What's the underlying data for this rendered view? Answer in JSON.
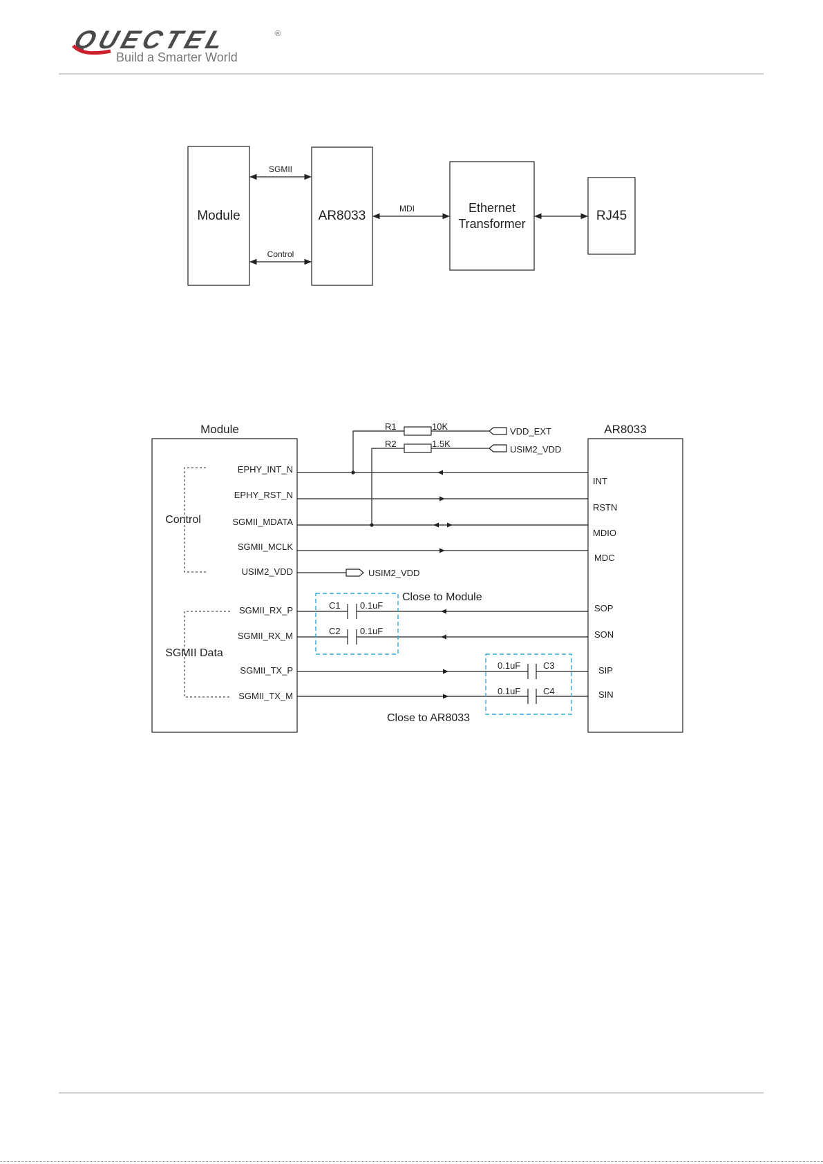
{
  "header": {
    "brand": "QUECTEL",
    "registered": "®",
    "tagline": "Build a Smarter World"
  },
  "block_diagram": {
    "module": "Module",
    "phy": "AR8033",
    "transformer_line1": "Ethernet",
    "transformer_line2": "Transformer",
    "rj45": "RJ45",
    "sgmii_link": "SGMII",
    "control_link": "Control",
    "mdi_link": "MDI"
  },
  "schematic": {
    "module_title": "Module",
    "phy_title": "AR8033",
    "group_control": "Control",
    "group_sgmii": "SGMII Data",
    "r1": "R1",
    "r1_value": "10K",
    "r1_net": "VDD_EXT",
    "r2": "R2",
    "r2_value": "1.5K",
    "r2_net": "USIM2_VDD",
    "module_pins": [
      "EPHY_INT_N",
      "EPHY_RST_N",
      "SGMII_MDATA",
      "SGMII_MCLK",
      "USIM2_VDD",
      "SGMII_RX_P",
      "SGMII_RX_M",
      "SGMII_TX_P",
      "SGMII_TX_M"
    ],
    "phy_pins": [
      "INT",
      "RSTN",
      "MDIO",
      "MDC",
      "SOP",
      "SON",
      "SIP",
      "SIN"
    ],
    "usim_net": "USIM2_VDD",
    "c1": "C1",
    "c1_value": "0.1uF",
    "c2": "C2",
    "c2_value": "0.1uF",
    "c3": "C3",
    "c3_value": "0.1uF",
    "c4": "C4",
    "c4_value": "0.1uF",
    "note_module": "Close to Module",
    "note_phy": "Close to AR8033"
  }
}
